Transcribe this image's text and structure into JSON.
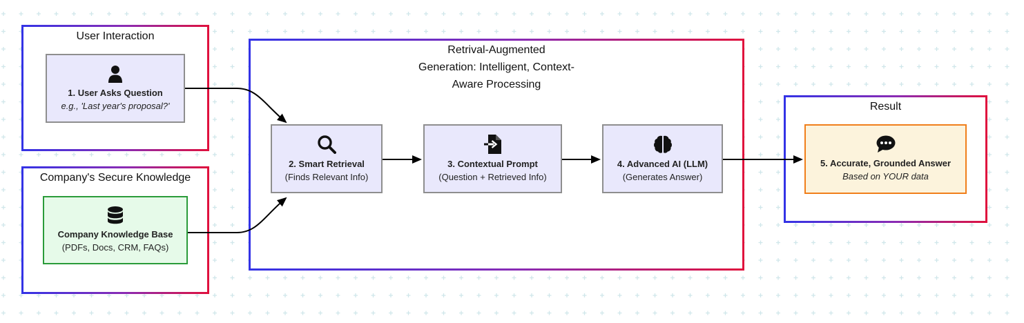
{
  "groups": {
    "user_interaction": {
      "title": "User Interaction"
    },
    "knowledge": {
      "title": "Company's Secure Knowledge"
    },
    "rag": {
      "title_lines": [
        "Retrival-Augmented",
        "Generation: Intelligent, Context-",
        "Aware Processing"
      ]
    },
    "result": {
      "title": "Result"
    }
  },
  "nodes": {
    "question": {
      "title": "1. User Asks Question",
      "subtitle": "e.g., 'Last year's proposal?'",
      "icon": "user-icon"
    },
    "knowledge_base": {
      "title": "Company Knowledge Base",
      "subtitle": "(PDFs, Docs, CRM, FAQs)",
      "icon": "database-icon"
    },
    "retrieval": {
      "title": "2. Smart Retrieval",
      "subtitle": "(Finds Relevant Info)",
      "icon": "search-icon"
    },
    "prompt": {
      "title": "3. Contextual Prompt",
      "subtitle": "(Question + Retrieved Info)",
      "icon": "file-import-icon"
    },
    "llm": {
      "title": "4. Advanced AI (LLM)",
      "subtitle": "(Generates Answer)",
      "icon": "brain-icon"
    },
    "answer": {
      "title": "5. Accurate, Grounded Answer",
      "subtitle": "Based on YOUR data",
      "icon": "comment-dots-icon"
    }
  },
  "edges": [
    {
      "from": "1. User Asks Question",
      "to": "2. Smart Retrieval"
    },
    {
      "from": "Company Knowledge Base",
      "to": "2. Smart Retrieval"
    },
    {
      "from": "2. Smart Retrieval",
      "to": "3. Contextual Prompt"
    },
    {
      "from": "3. Contextual Prompt",
      "to": "4. Advanced AI (LLM)"
    },
    {
      "from": "4. Advanced AI (LLM)",
      "to": "5. Accurate, Grounded Answer"
    }
  ],
  "colors": {
    "group_border_start": "#3333e6",
    "group_border_end": "#e0103c",
    "node_fill": "#e9e8fc",
    "node_border": "#8e8e8e",
    "knowledge_fill": "#e6fae9",
    "knowledge_border": "#2a9b39",
    "answer_fill": "#fcf3dc",
    "answer_border": "#f07e1a",
    "grid_plus": "#cfe6ea"
  }
}
